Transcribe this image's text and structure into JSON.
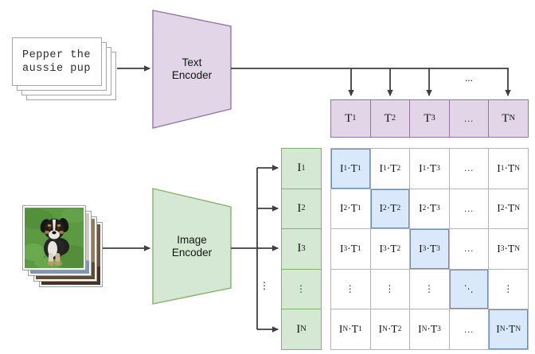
{
  "figure": {
    "title_hint": "CLIP-style contrastive pre-training diagram",
    "prompt_card": {
      "lines": [
        "Pepper the",
        "aussie pup"
      ]
    },
    "text_encoder": {
      "lines": [
        "Text",
        "Encoder"
      ]
    },
    "image_encoder": {
      "lines": [
        "Image",
        "Encoder"
      ]
    },
    "top_ellipsis": "...",
    "branch_ellipsis": "⋮",
    "text_embeddings": [
      "T_(1)",
      "T_(2)",
      "T_(3)",
      "...",
      "T_(N)"
    ],
    "image_embeddings": [
      "I_(1)",
      "I_(2)",
      "I_(3)",
      "⋮",
      "I_(N)"
    ],
    "similarity_matrix": {
      "rows": [
        [
          {
            "t": "I_(1)·T_(1)",
            "hl": true
          },
          {
            "t": "I_(1)·T_(2)"
          },
          {
            "t": "I_(1)·T_(3)"
          },
          {
            "t": "..."
          },
          {
            "t": "I_(1)·T_(N)"
          }
        ],
        [
          {
            "t": "I_(2)·T_(1)"
          },
          {
            "t": "I_(2)·T_(2)",
            "hl": true
          },
          {
            "t": "I_(2)·T_(3)"
          },
          {
            "t": "..."
          },
          {
            "t": "I_(2)·T_(N)"
          }
        ],
        [
          {
            "t": "I_(3)·T_(1)"
          },
          {
            "t": "I_(3)·T_(2)"
          },
          {
            "t": "I_(3)·T_(3)",
            "hl": true
          },
          {
            "t": "..."
          },
          {
            "t": "I_(3)·T_(N)"
          }
        ],
        [
          {
            "t": "⋮"
          },
          {
            "t": "⋮"
          },
          {
            "t": "⋮"
          },
          {
            "t": "⋱",
            "hl": true
          },
          {
            "t": "⋮"
          }
        ],
        [
          {
            "t": "I_(N)·T_(1)"
          },
          {
            "t": "I_(N)·T_(2)"
          },
          {
            "t": "I_(N)·T_(3)"
          },
          {
            "t": "..."
          },
          {
            "t": "I_(N)·T_(N)",
            "hl": true
          }
        ]
      ]
    }
  },
  "colors": {
    "purple-fill": "#e1d5e7",
    "purple-stroke": "#9673a6",
    "green-fill": "#d5e8d4",
    "green-stroke": "#82b366",
    "blue-fill": "#dae8fc",
    "blue-stroke": "#6c8ebf",
    "grid-line": "#b3b3b3",
    "wire": "#3f3f3f",
    "ink": "#161616",
    "card-border": "#a6a6a6"
  }
}
